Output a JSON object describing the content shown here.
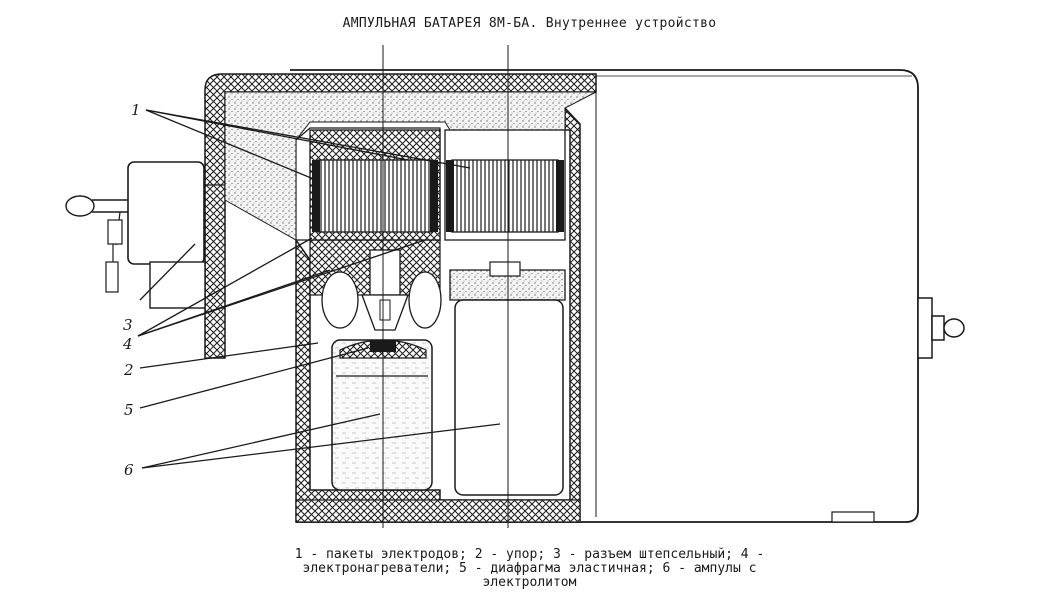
{
  "title": "АМПУЛЬНАЯ БАТАРЕЯ 8М-БА. Внутреннее устройство",
  "callouts": [
    "1",
    "3",
    "4",
    "2",
    "5",
    "6"
  ],
  "caption": {
    "line1": "1 - пакеты электродов; 2 - упор; 3 - разъем штепсельный; 4 -",
    "line2": "электронагреватели; 5 - диафрагма эластичная; 6 - ампулы с",
    "line3": "электролитом"
  },
  "colors": {
    "ink": "#1a1a1a",
    "paper": "#ffffff",
    "stipple": "#6a6a6a"
  }
}
